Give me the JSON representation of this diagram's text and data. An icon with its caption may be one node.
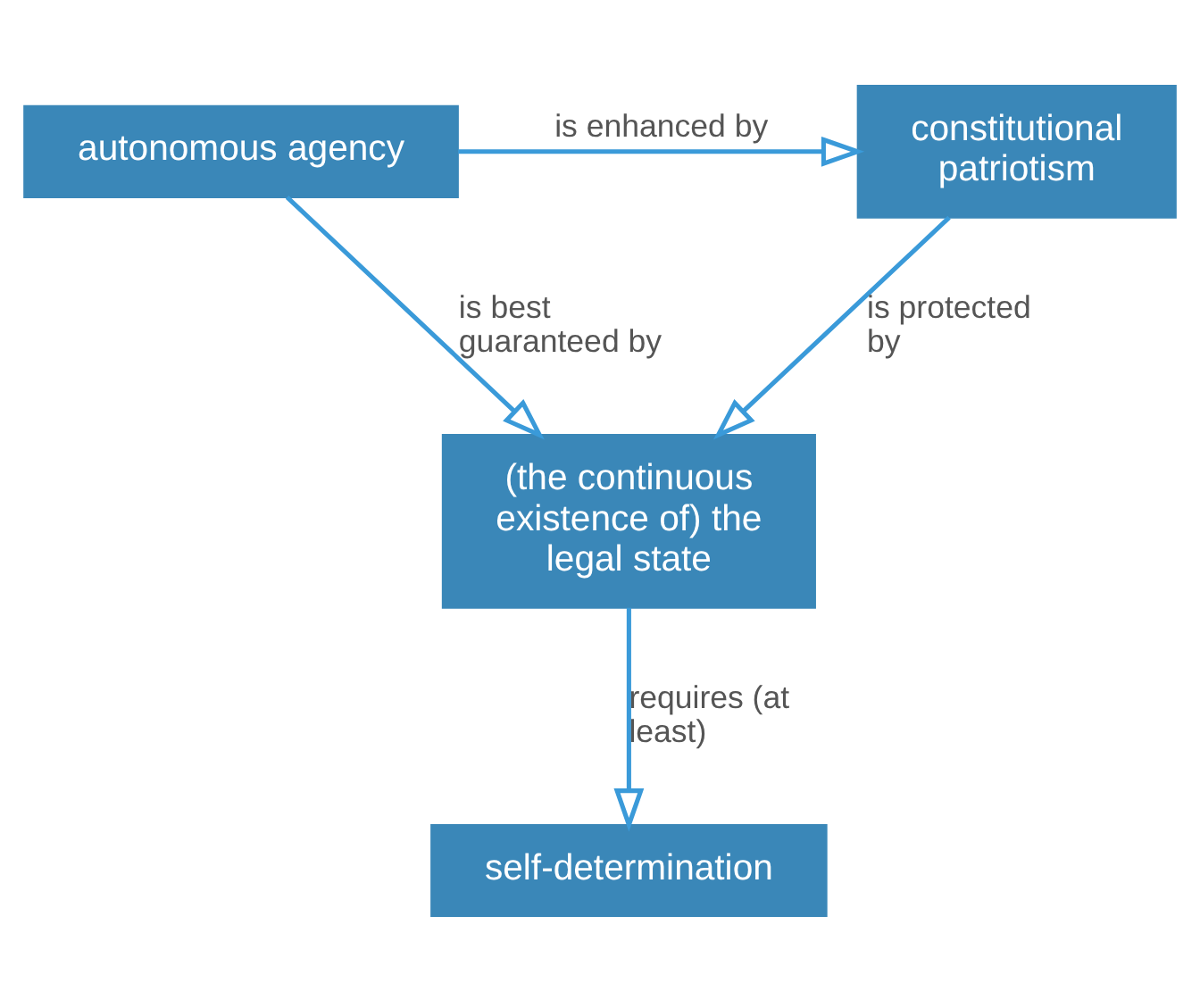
{
  "diagram": {
    "nodes": [
      {
        "text": [
          "constitutional patriotism"
        ]
      },
      {
        "text": [
          "autonomous agency"
        ]
      },
      {
        "text": [
          "(the continuous existence of) the legal state"
        ]
      },
      {
        "text": [
          "self-determination"
        ]
      }
    ],
    "edges": [
      {
        "from": 1,
        "to": 0,
        "arrow": "to",
        "label": "is enhanced by"
      },
      {
        "from": 0,
        "to": 2,
        "arrow": "to",
        "label": "is protected by"
      },
      {
        "from": 1,
        "to": 2,
        "arrow": "to",
        "label": "is best guaranteed by"
      },
      {
        "from": 2,
        "to": 3,
        "arrow": "to",
        "label": "requires (at least)"
      }
    ]
  }
}
